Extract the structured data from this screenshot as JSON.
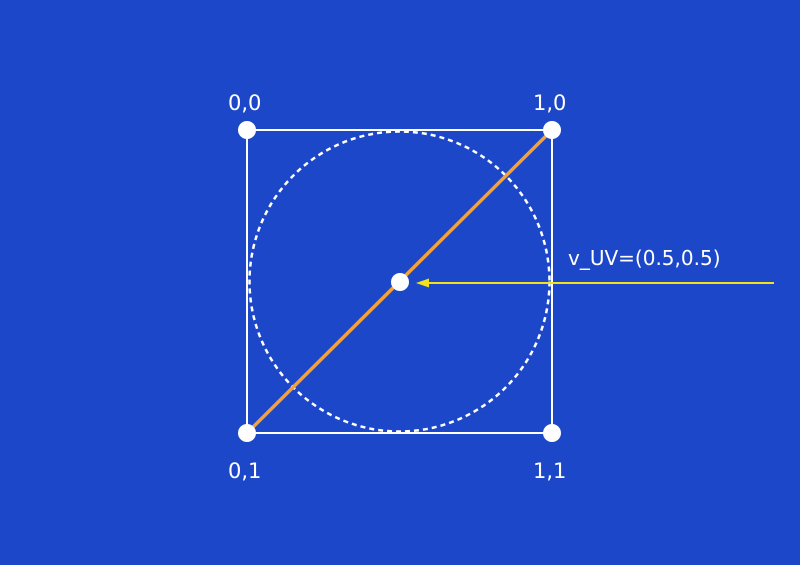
{
  "corners": {
    "top_left": "0,0",
    "top_right": "1,0",
    "bottom_left": "0,1",
    "bottom_right": "1,1"
  },
  "center_annotation": "v_UV=(0.5,0.5)",
  "colors": {
    "background": "#1c47c8",
    "square": "#ffffff",
    "circle": "#ffffff",
    "diagonal": "#f4a13a",
    "arrow": "#f2e21c",
    "points": "#ffffff"
  }
}
